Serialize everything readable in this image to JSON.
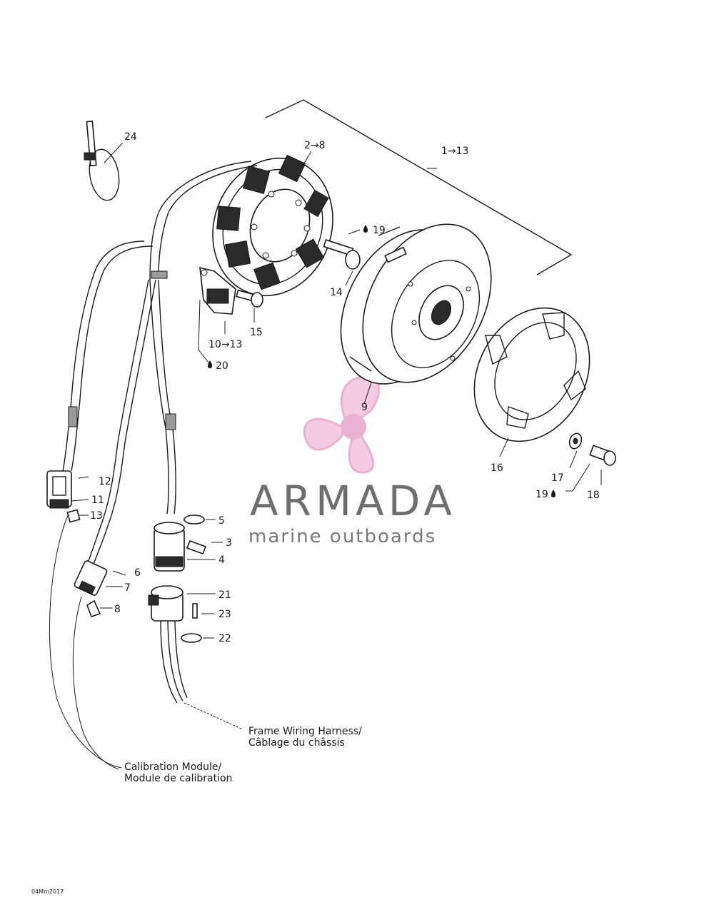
{
  "callouts": {
    "c24": "24",
    "c2_8": "2→8",
    "c1_13": "1→13",
    "c19a": "19",
    "c14": "14",
    "c15": "15",
    "c10_13": "10→13",
    "c20": "20",
    "c9": "9",
    "c16": "16",
    "c17": "17",
    "c19b": "19",
    "c18": "18",
    "c12": "12",
    "c11": "11",
    "c13": "13",
    "c5": "5",
    "c3": "3",
    "c4": "4",
    "c6": "6",
    "c7": "7",
    "c8": "8",
    "c21": "21",
    "c23": "23",
    "c22": "22"
  },
  "notes": {
    "frame_harness_line1": "Frame Wiring Harness/",
    "frame_harness_line2": "Câblage du châssis",
    "calibration_line1": "Calibration Module/",
    "calibration_line2": "Module de calibration"
  },
  "drawing_code": "04Mm2017",
  "watermark": {
    "title": "ARMADA",
    "subtitle": "marine outboards",
    "logo_color": "#e9a9cf",
    "text_color": "#6e6e6e"
  },
  "icons": {
    "adhesive": "droplet-icon",
    "range_arrow": "arrow-right-icon"
  }
}
